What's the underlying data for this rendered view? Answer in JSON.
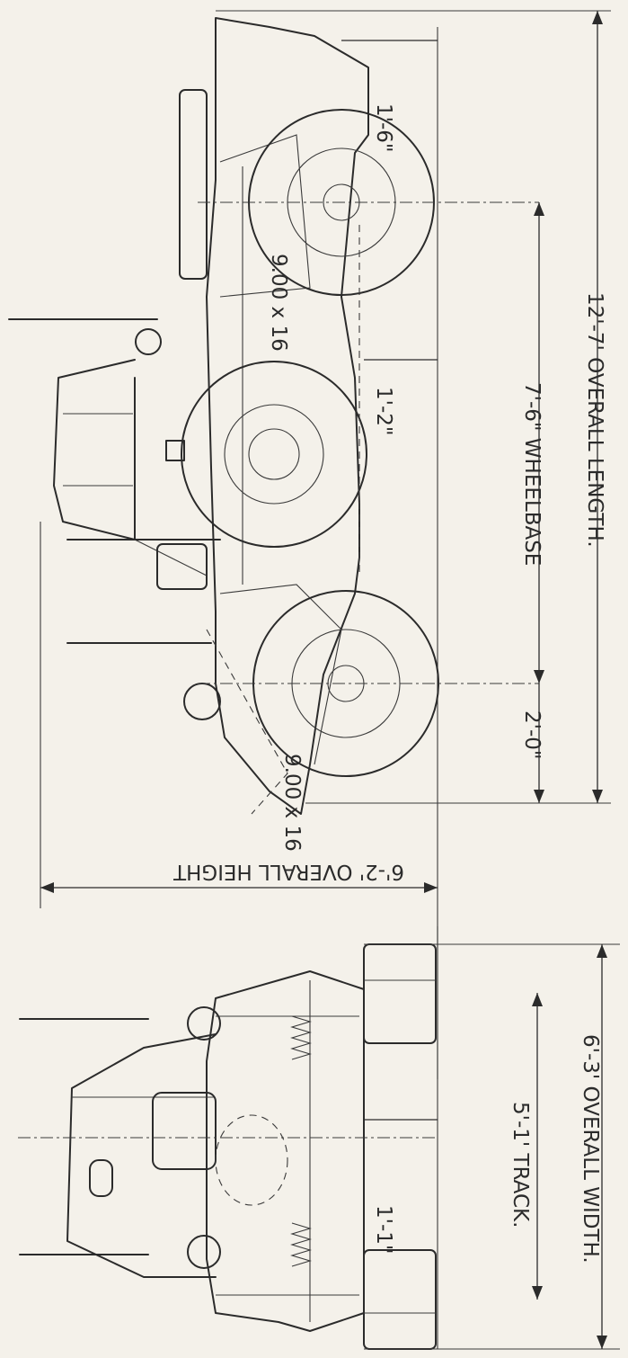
{
  "dimensions": {
    "wheelbase": "7'-6\" WHEELBASE",
    "overall_length": "12'-7' OVERALL LENGTH.",
    "front_overhang": "2'-0\"",
    "rear_clearance": "1'-6\"",
    "belly_clearance": "1'-2\"",
    "overall_height": "6'-2' OVERALL HEIGHT",
    "track": "5'-1' TRACK.",
    "overall_width": "6'-3' OVERALL WIDTH.",
    "ground_clearance_front": "1'-1\""
  },
  "tyres": {
    "rear_tyre": "9.00 x 16",
    "front_tyre": "9.00 x 16"
  }
}
